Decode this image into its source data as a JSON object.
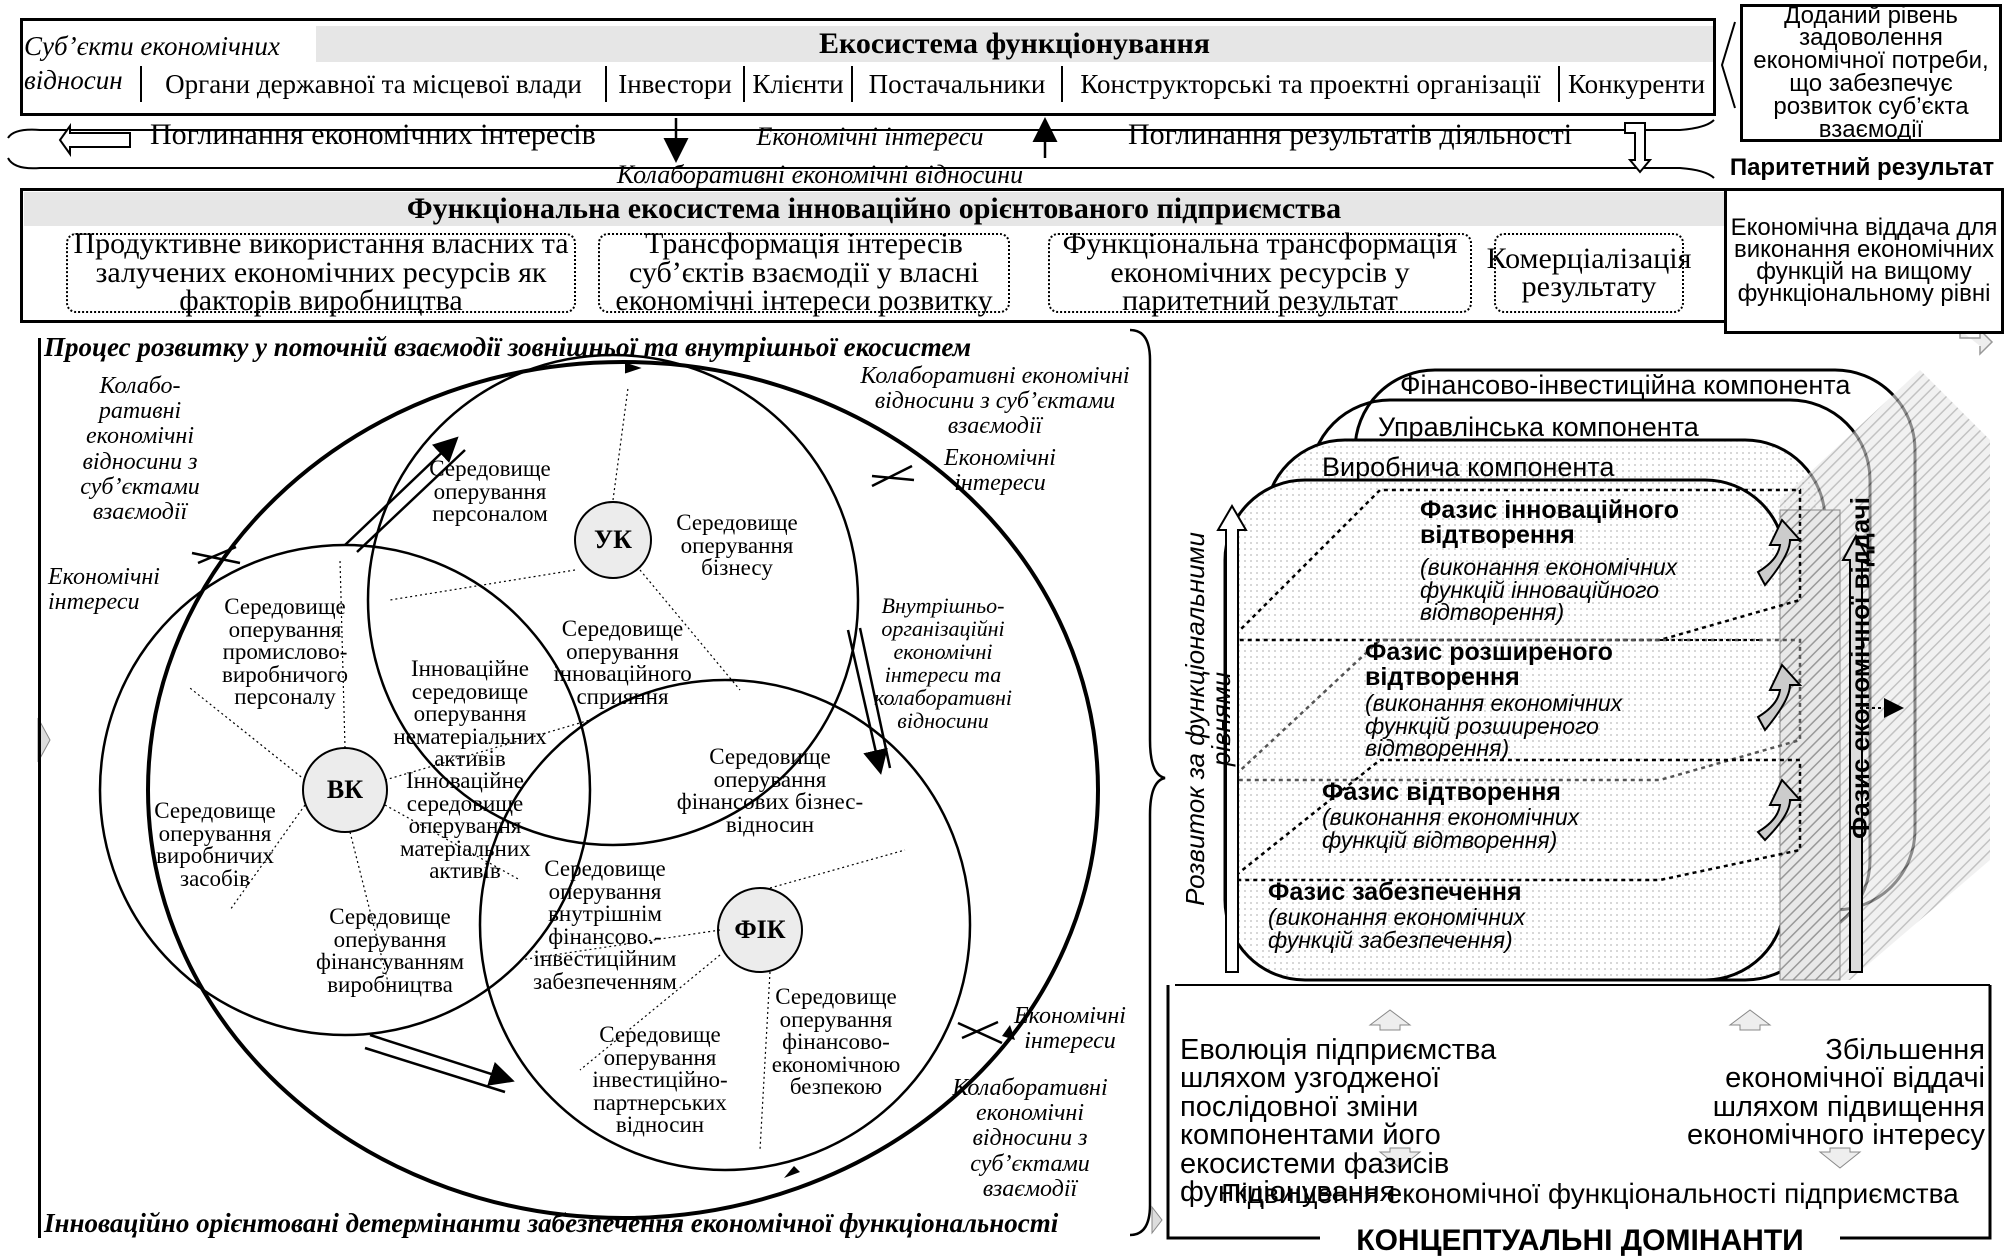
{
  "top": {
    "subjects_label": "Суб’єкти економічних відносин",
    "title": "Екосистема функціонування",
    "cells": [
      "Органи державної та місцевої влади",
      "Інвестори",
      "Клієнти",
      "Постачальники",
      "Конструкторські та проектні організації",
      "Конкуренти"
    ],
    "right_box": "Доданий рівень задоволення економічної потреби, що забезпечує розвиток суб’єкта взаємодії",
    "absorb_interests": "Поглинання економічних інтересів",
    "economic_interests": "Економічні інтереси",
    "absorb_results": "Поглинання результатів діяльності",
    "collab_relations": "Колаборативні економічні відносини",
    "parity_result": "Паритетний результат"
  },
  "functional": {
    "title": "Функціональна екосистема інноваційно орієнтованого підприємства",
    "steps": [
      "Продуктивне використання власних та залучених економічних ресурсів як факторів виробництва",
      "Трансформація інтересів суб’єктів взаємодії у власні економічні інтереси розвитку",
      "Функціональна трансформація економічних ресурсів у паритетний результат",
      "Комерціалізація результату"
    ],
    "right_box": "Економічна віддача для виконання економічних функцій на вищому функціональному рівні"
  },
  "process": {
    "title": "Процес розвитку у поточній взаємодії зовнішньої та внутрішньої екосистем",
    "bottom_title": "Інноваційно орієнтовані детермінанти забезпечення економічної функціональності",
    "left_collab": "Колабо-ративні економічні відносини з суб’єктами взаємодії",
    "left_interests": "Економічні інтереси",
    "top_collab": "Колаборативні економічні відносини з суб’єктами взаємодії",
    "top_interests": "Економічні інтереси",
    "inner_interests": "Внутрішньо-організаційні економічні інтереси та колаборативні відносини",
    "bottom_interests": "Економічні інтереси",
    "bottom_collab": "Колаборативні економічні відносини з суб’єктами взаємодії",
    "uk": "УК",
    "vk": "ВК",
    "fik": "ФІК",
    "env": {
      "personnel": "Середовище оперування персоналом",
      "business": "Середовище оперування бізнесу",
      "industrial_staff": "Середовище оперування промислово-виробничого персоналу",
      "innov_intangible": "Інноваційне середовище оперування нематеріальних активів",
      "innov_support": "Середовище оперування інноваційного сприяння",
      "innov_tangible": "Інноваційне середовище оперування матеріальних активів",
      "fin_business": "Середовище оперування фінансових бізнес-відносин",
      "prod_means": "Середовище оперування виробничих засобів",
      "internal_fin": "Середовище оперування внутрішнім фінансово.-інвестиційним забезпеченням",
      "prod_finance": "Середовище оперування фінансуванням виробництва",
      "fin_security": "Середовище оперування фінансово-економічною безпекою",
      "invest_partner": "Середовище оперування інвестиційно-партнерських відносин"
    }
  },
  "cube": {
    "financial": "Фінансово-інвестиційна компонента",
    "management": "Управлінська компонента",
    "production": "Виробнича компонента",
    "vertical": "Розвиток за функціональними рівнями",
    "return_phase": "Фазис економічної віддачі",
    "phases": [
      {
        "title": "Фазис інноваційного відтворення",
        "sub": "(виконання економічних функцій інноваційного відтворення)"
      },
      {
        "title": "Фазис розширеного відтворення",
        "sub": "(виконання економічних функцій розширеного відтворення)"
      },
      {
        "title": "Фазис відтворення",
        "sub": "(виконання економічних функцій відтворення)"
      },
      {
        "title": "Фазис забезпечення",
        "sub": "(виконання економічних функцій забезпечення)"
      }
    ]
  },
  "dominants": {
    "left": "Еволюція підприємства шляхом узгодженої послідовної зміни компонентами його екосистеми фазисів функціонування",
    "right": "Збільшення економічної віддачі шляхом підвищення економічного інтересу",
    "bottom": "Підвищення економічної функціональності підприємства",
    "title": "КОНЦЕПТУАЛЬНІ ДОМІНАНТИ"
  }
}
